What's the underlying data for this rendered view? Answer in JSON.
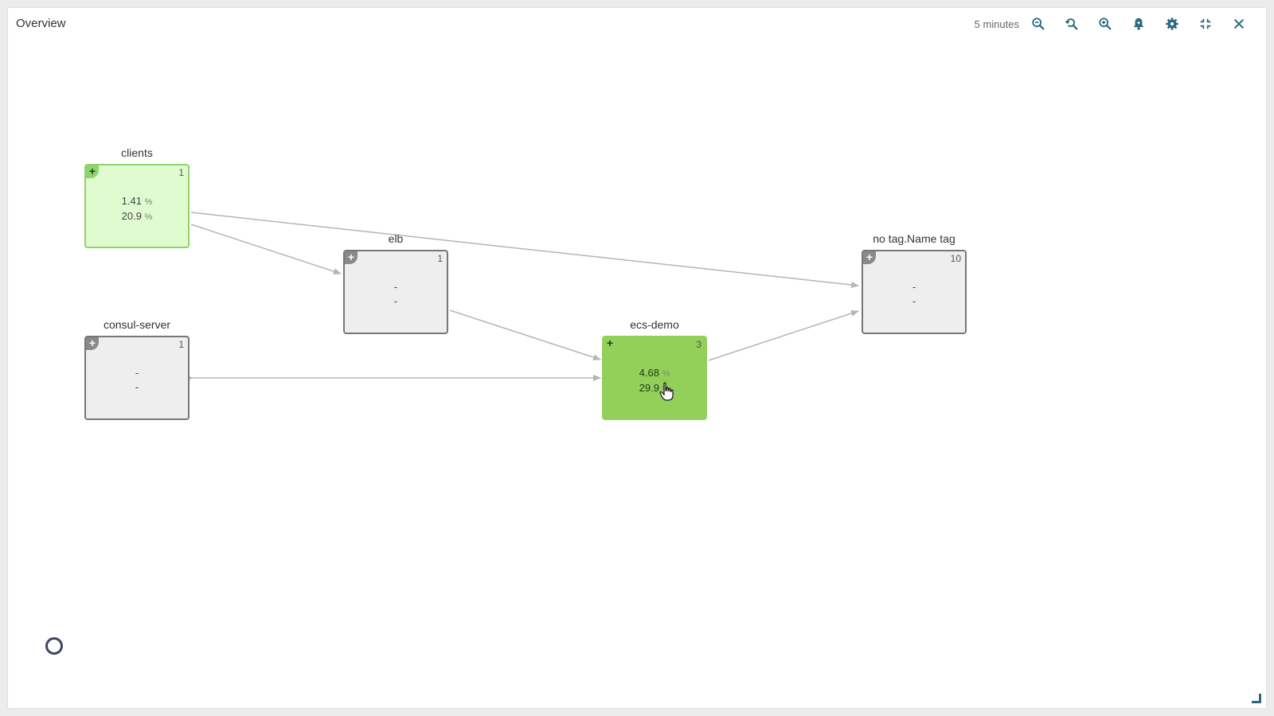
{
  "header": {
    "title": "Overview",
    "time_range": "5 minutes",
    "icons": [
      "zoom-out-icon",
      "reset-zoom-icon",
      "zoom-in-icon",
      "alert-bell-icon",
      "gear-icon",
      "collapse-icon",
      "close-icon"
    ]
  },
  "nodes": {
    "clients": {
      "name": "clients",
      "count": "1",
      "metric1": "1.41",
      "metric1_unit": "%",
      "metric2": "20.9",
      "metric2_unit": "%"
    },
    "elb": {
      "name": "elb",
      "count": "1",
      "metric1": "-",
      "metric2": "-"
    },
    "consul_server": {
      "name": "consul-server",
      "count": "1",
      "metric1": "-",
      "metric2": "-"
    },
    "ecs_demo": {
      "name": "ecs-demo",
      "count": "3",
      "metric1": "4.68",
      "metric1_unit": "%",
      "metric2": "29.9",
      "metric2_unit": "%"
    },
    "no_tag": {
      "name": "no tag.Name tag",
      "count": "10",
      "metric1": "-",
      "metric2": "-"
    }
  },
  "colors": {
    "healthy_light": "#e0fbd0",
    "healthy": "#92d05a",
    "no_data": "#eeeeee",
    "accent": "#2b6a7c"
  }
}
